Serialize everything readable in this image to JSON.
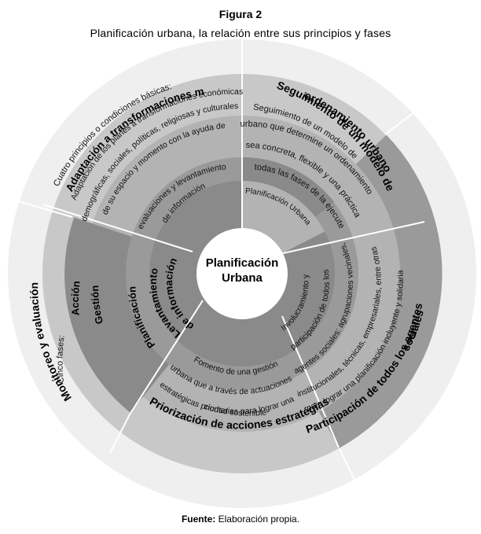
{
  "figure": {
    "label": "Figura 2",
    "title": "Planificación  urbana,  la relación  entre sus principios  y fases"
  },
  "colors": {
    "outer_band": "#efefef",
    "ring_light": "#c8c8c8",
    "ring_medium": "#b3b3b3",
    "ring_dark": "#9a9a9a",
    "ring_darker": "#8a8a8a",
    "hub": "#ffffff",
    "divider": "#ffffff"
  },
  "hub": {
    "line1": "Planificación",
    "line2": "Urbana"
  },
  "principles_label": "Cuatro principios o condiciones básicas:",
  "phases_label": "Cinco fases:",
  "principles": {
    "adaptacion": "Adaptación a transformaciones multidim.",
    "seguimiento_1": "Seguimiento de un modelo de",
    "seguimiento_2": "ordenamiento urbano",
    "participacion_1": "Participación de todos los  agentes",
    "participacion_2": "sociales",
    "monitoreo": "Monitoreo y evaluación",
    "priorizacion": "Priorización de acciones estratégias"
  },
  "descriptions": {
    "adaptacion": [
      "Adaptación de los planes a transformaciones económicas,",
      "demográficas, sociales, políticas, religiosas y culturales",
      "de su espacio y momento con la ayuda de",
      "evaluaciones y levantamiento",
      "de información"
    ],
    "seguimiento": [
      "Seguimiento de un modelo de",
      "urbano que determine un ordenamiento",
      "sea concreta, flexible y una práctica que",
      "todas las fases de la ejecute",
      "Planificación Urbana"
    ],
    "participacion": [
      "para lograr una planificación incluyente y solidaria",
      "institucionales, técnicas, empresariales, entre otras",
      "agentes sociales: agrupaciones vecinales,",
      "participación de todos los",
      "Involucramiento y"
    ],
    "priorizacion": [
      "Fomento de una gestión",
      "urbana que a través de actuaciones",
      "estratégicas prioritarias para lograr una",
      "ciudad sostenible"
    ]
  },
  "phases": {
    "levantamiento_1": "Levantamiento",
    "levantamiento_2": "de información",
    "planificacion": "Planificación",
    "accion": "Acción",
    "gestion": "Gestión"
  },
  "footer": {
    "label": "Fuente:",
    "text": " Elaboración propia."
  }
}
